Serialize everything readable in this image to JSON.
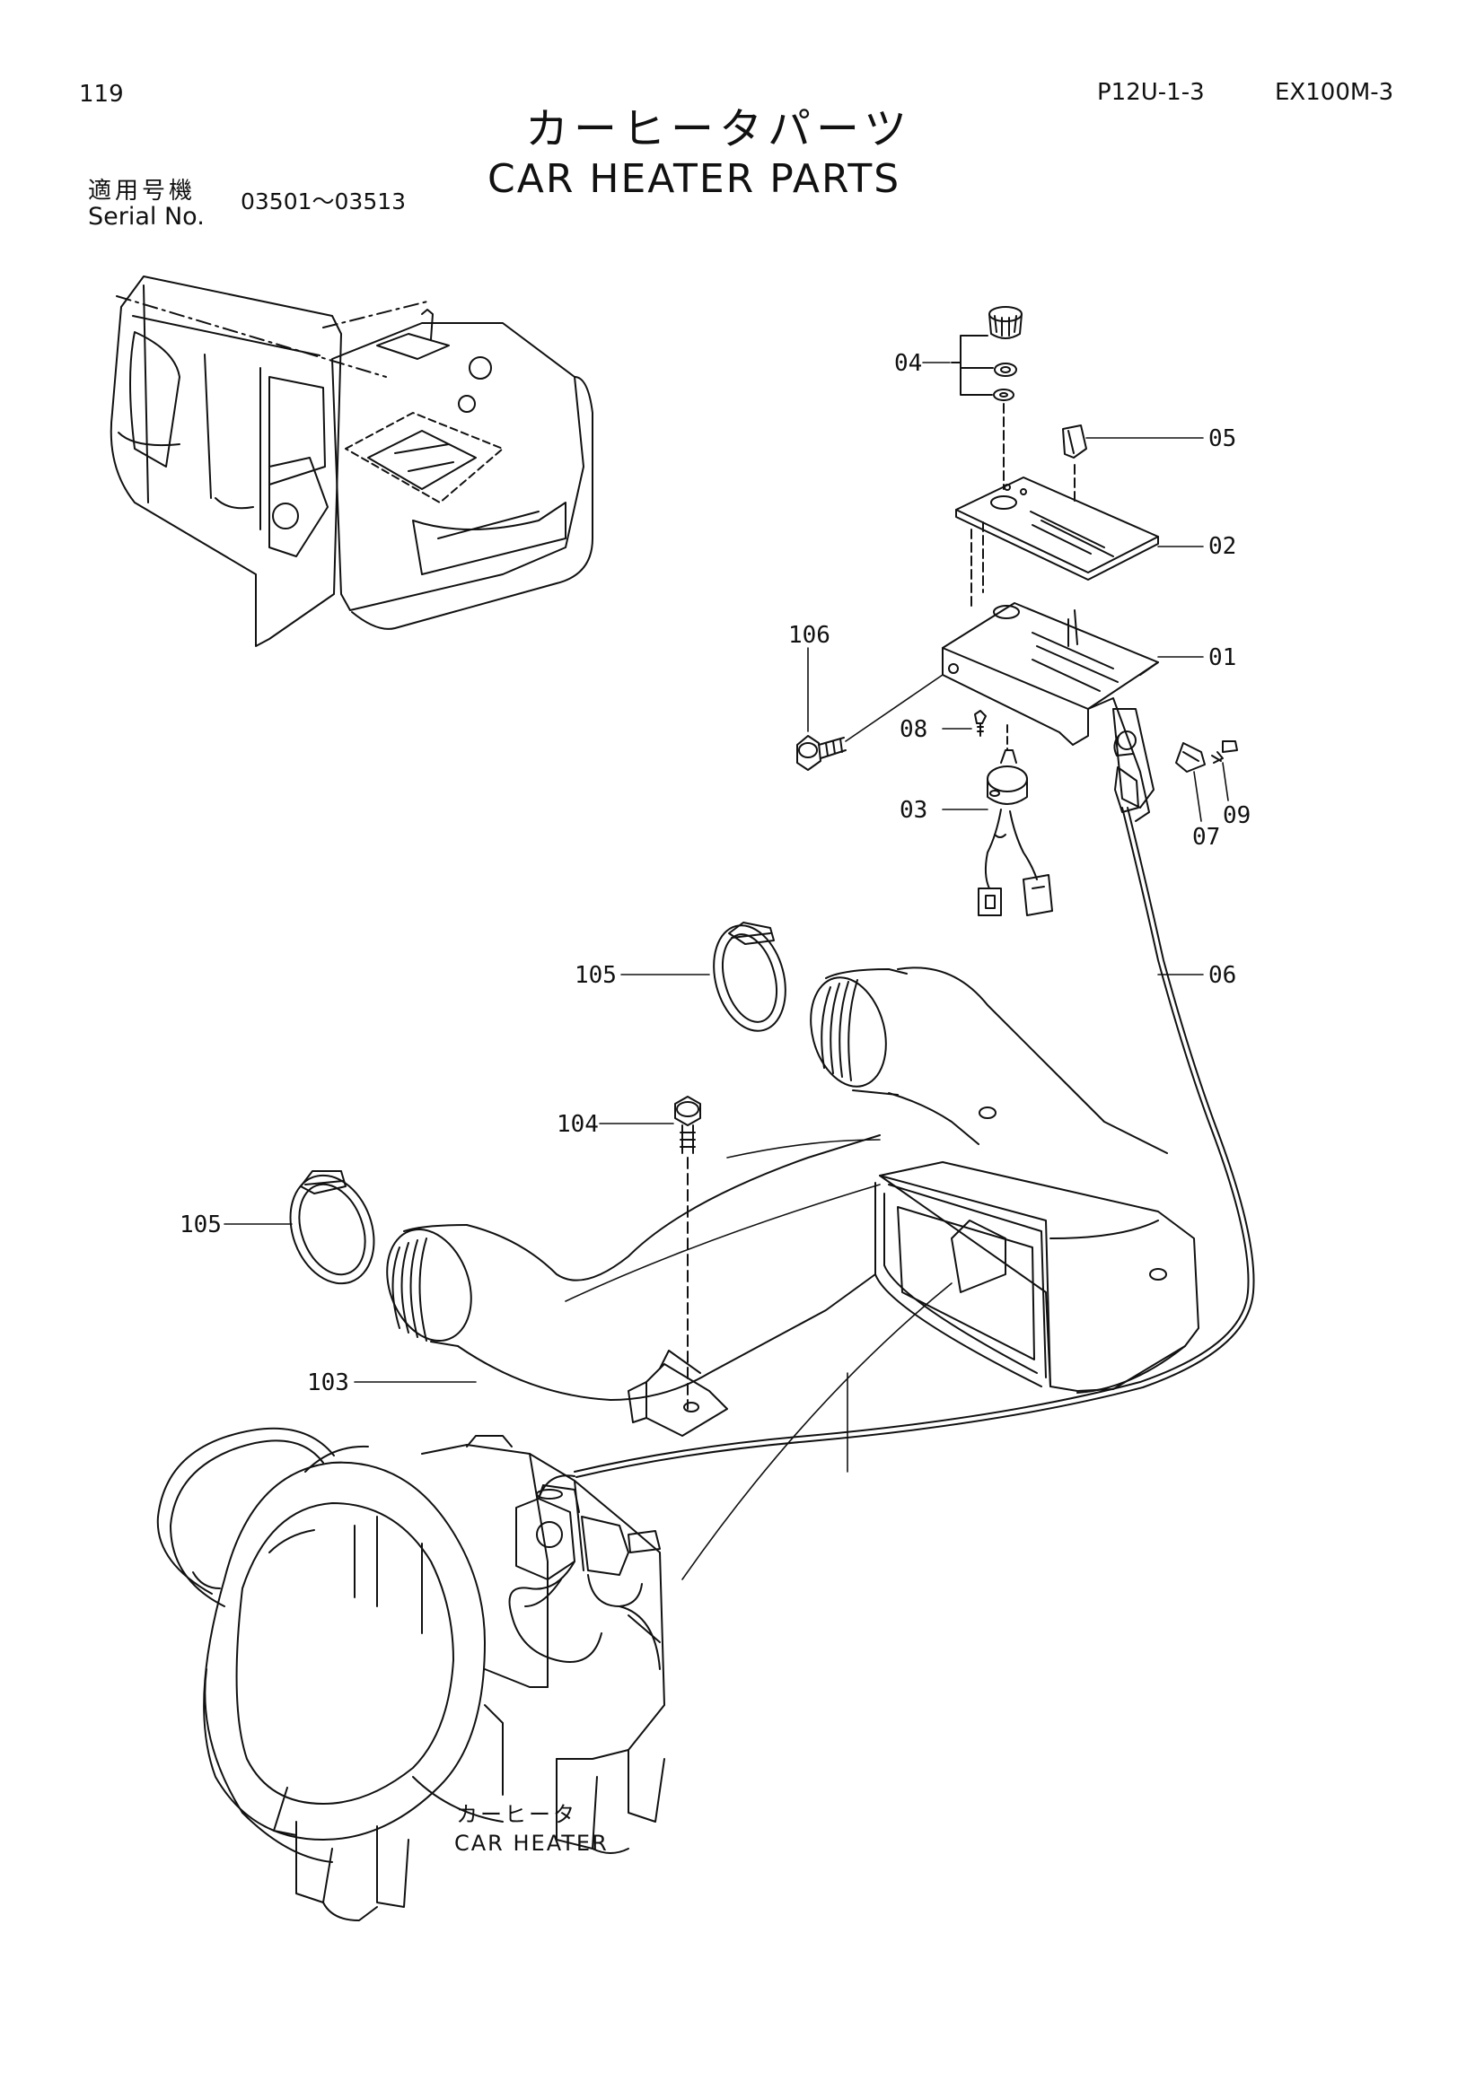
{
  "header": {
    "page_number": "119",
    "figure_code": "P12U-1-3",
    "model": "EX100M-3"
  },
  "title": {
    "japanese": "カーヒータパーツ",
    "english": "CAR HEATER PARTS"
  },
  "serial": {
    "label_jp": "適用号機",
    "label_en": "Serial No.",
    "range": "03501～03513"
  },
  "callouts": [
    "04",
    "05",
    "02",
    "106",
    "01",
    "08",
    "03",
    "07",
    "09",
    "06",
    "105",
    "104",
    "105",
    "103"
  ],
  "caption": {
    "japanese": "カーヒータ",
    "english": "CAR HEATER"
  }
}
